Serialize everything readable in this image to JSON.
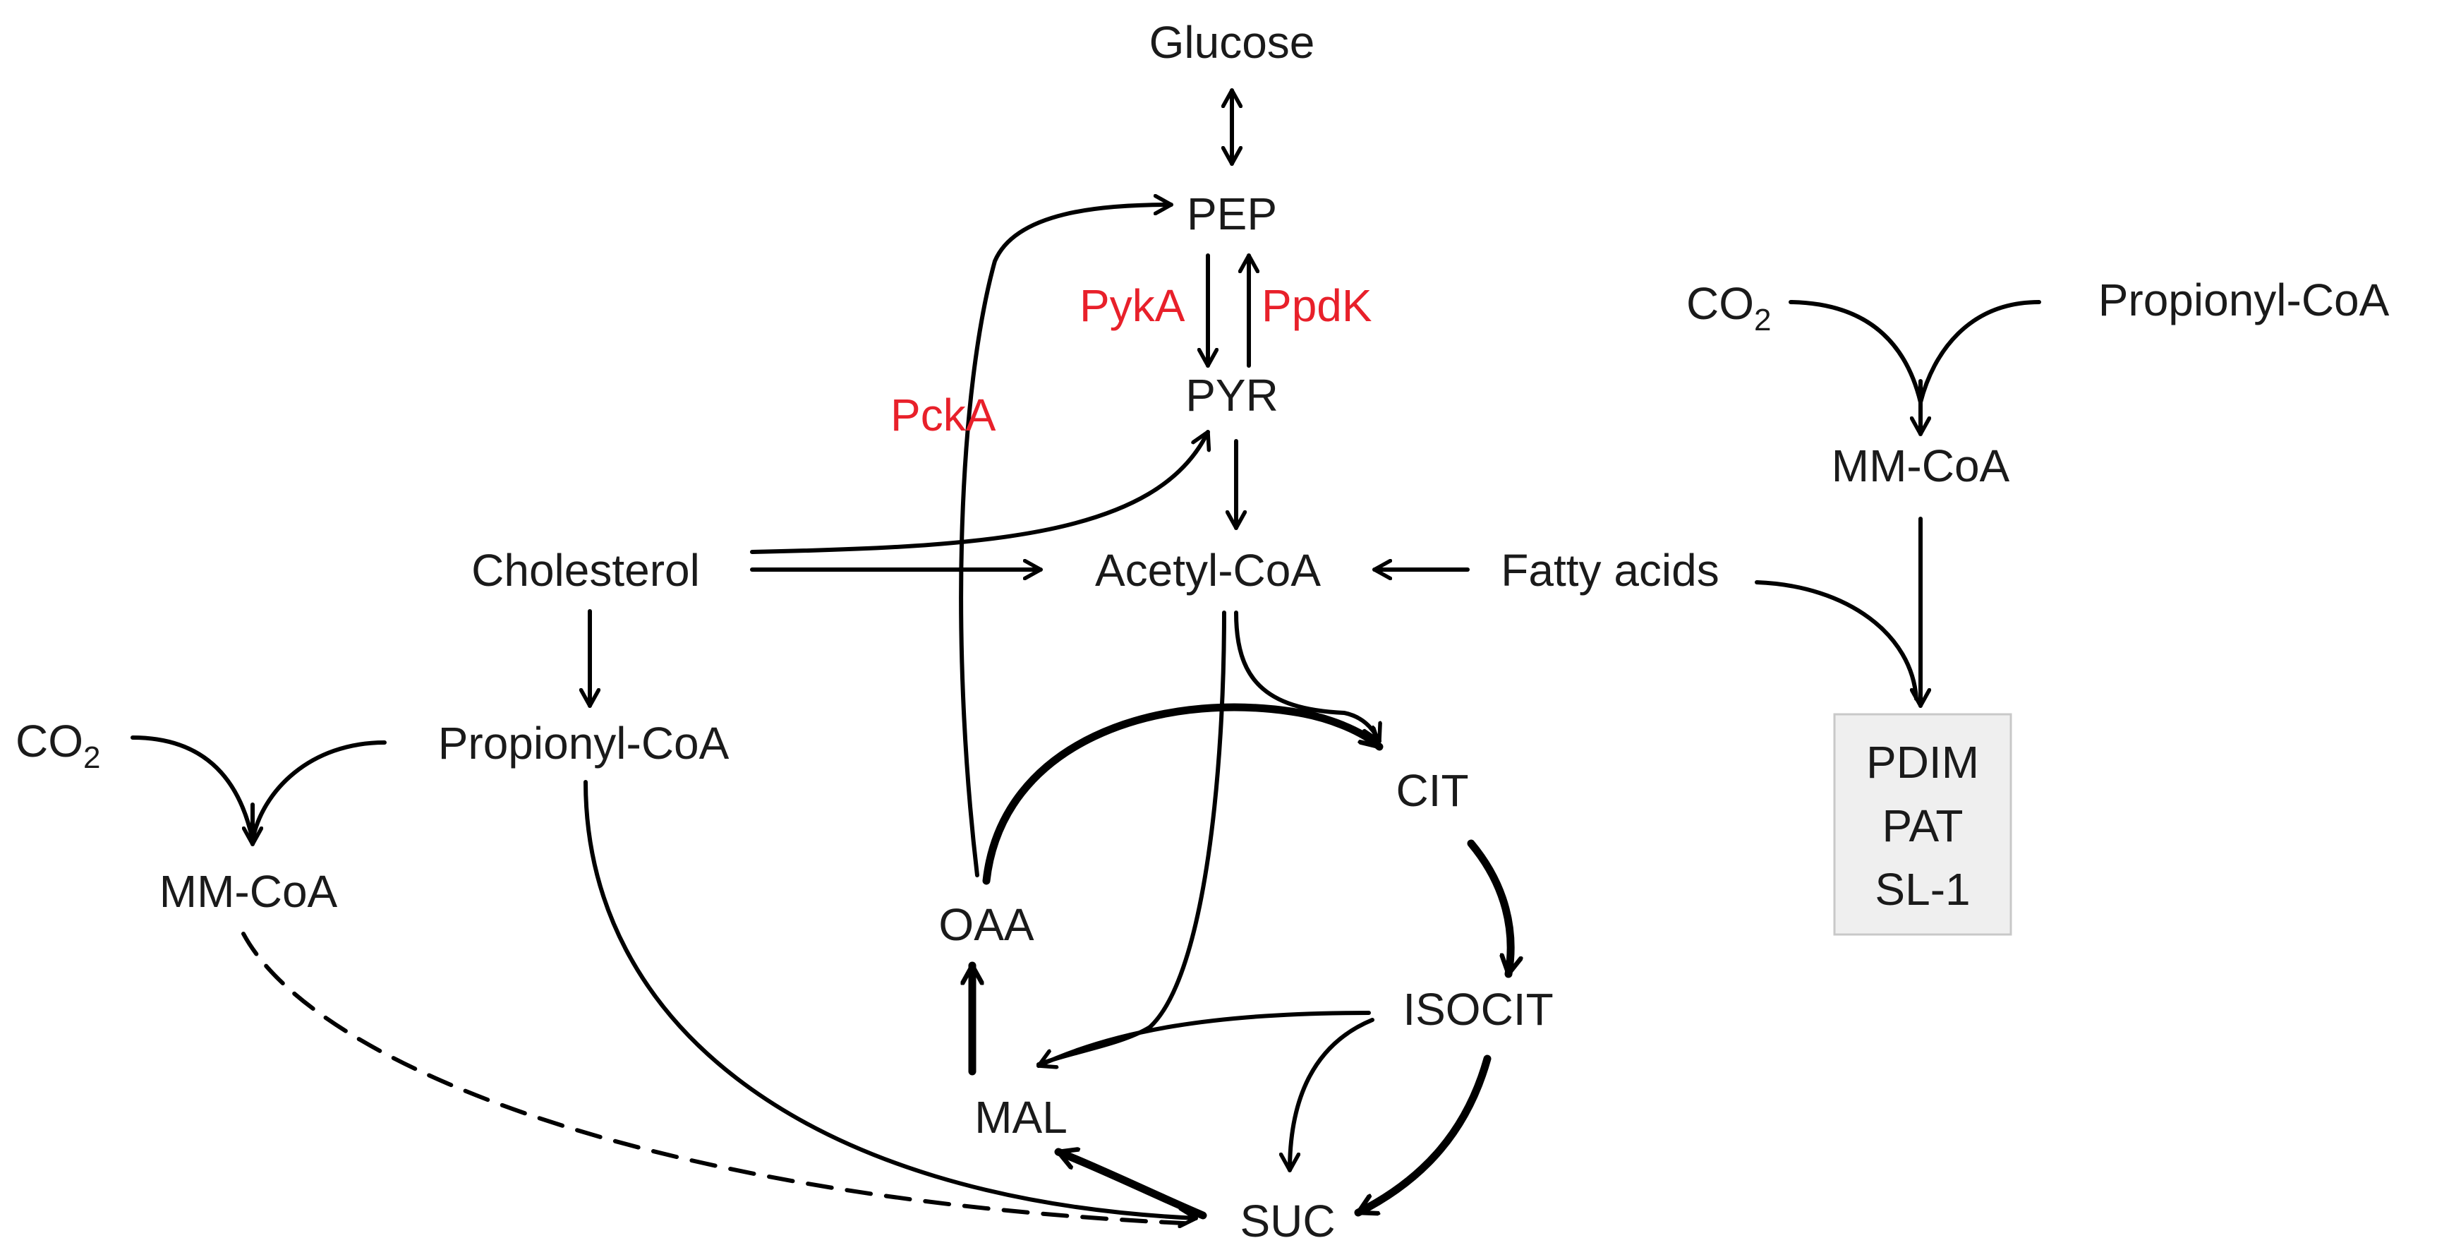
{
  "diagram": {
    "colors": {
      "enzyme": "#e8202a",
      "text": "#1a1a1a",
      "edge": "#000000",
      "box_fill": "#efefef",
      "box_stroke": "#c8c8c8"
    },
    "nodes": {
      "glucose": "Glucose",
      "pep": "PEP",
      "pyr": "PYR",
      "acetyl_coa": "Acetyl-CoA",
      "fatty_acids": "Fatty acids",
      "cholesterol": "Cholesterol",
      "propionyl_coa_left": "Propionyl-CoA",
      "co2_left": "CO",
      "co2_left_sub": "2",
      "mm_coa_left": "MM-CoA",
      "cit": "CIT",
      "isocit": "ISOCIT",
      "oaa": "OAA",
      "mal": "MAL",
      "suc": "SUC",
      "co2_right": "CO",
      "co2_right_sub": "2",
      "propionyl_coa_right": "Propionyl-CoA",
      "mm_coa_right": "MM-CoA",
      "lipids": [
        "PDIM",
        "PAT",
        "SL-1"
      ]
    },
    "enzymes": {
      "pyka": "PykA",
      "ppdk": "PpdK",
      "pcka": "PckA"
    }
  }
}
